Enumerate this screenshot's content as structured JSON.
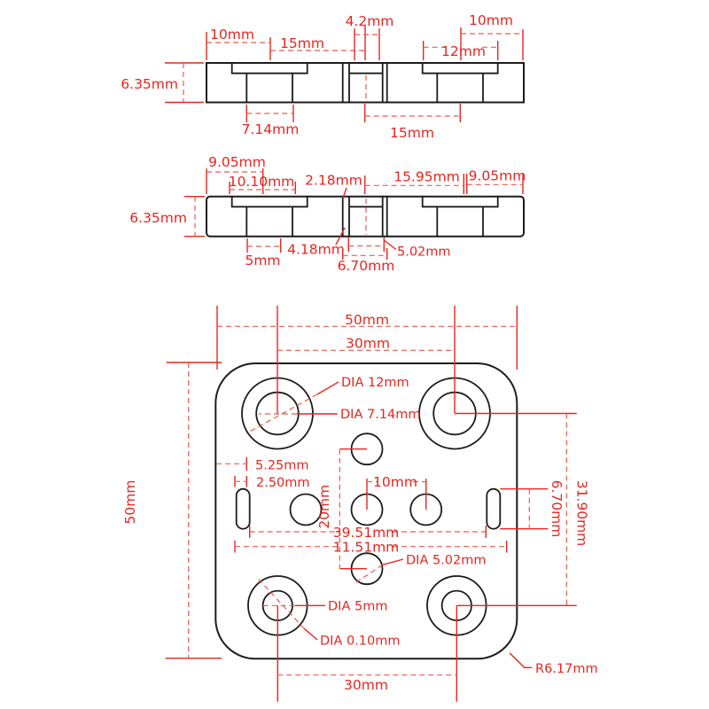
{
  "colors": {
    "dimension_red": "#e8251f",
    "dashed_red": "#ee5a4d",
    "line_black": "#1c1c1c",
    "background": "#ffffff"
  },
  "profile1": {
    "dims": {
      "left_offset": "10mm",
      "left_pitch": "15mm",
      "slot_width": "4.2mm",
      "right_offset": "10mm",
      "counterbore_width": "12mm",
      "thickness": "6.35mm",
      "through_hole_width": "7.14mm",
      "right_pitch": "15mm"
    }
  },
  "profile2": {
    "dims": {
      "left_edge_offset": "9.05mm",
      "counterbore_width": "10.10mm",
      "lip_thickness": "2.18mm",
      "right_pitch": "15.95mm",
      "right_edge_offset": "9.05mm",
      "thickness": "6.35mm",
      "through_hole_width": "5mm",
      "slot_depth": "4.18mm",
      "slot_inner_width": "5.02mm",
      "slot_outer_width": "6.70mm"
    }
  },
  "plate": {
    "dims": {
      "overall_width": "50mm",
      "top_hole_pitch": "30mm",
      "overall_height": "50mm",
      "counterbore_dia": "DIA 12mm",
      "through_dia": "DIA 7.14mm",
      "slot_offset": "5.25mm",
      "slot_width": "2.50mm",
      "center_hole_pitch": "20mm",
      "small_hole_pitch": "10mm",
      "slot_span_inner": "39.51mm",
      "slot_span_outer": "11.51mm",
      "center_hole_dia": "DIA 5.02mm",
      "slot_height": "6.70mm",
      "right_hole_pitch": "31.90mm",
      "bottom_hole_dia": "DIA 5mm",
      "bottom_counterbore_dia": "DIA 0.10mm",
      "bottom_hole_pitch": "30mm",
      "corner_radius": "R6.17mm"
    }
  }
}
